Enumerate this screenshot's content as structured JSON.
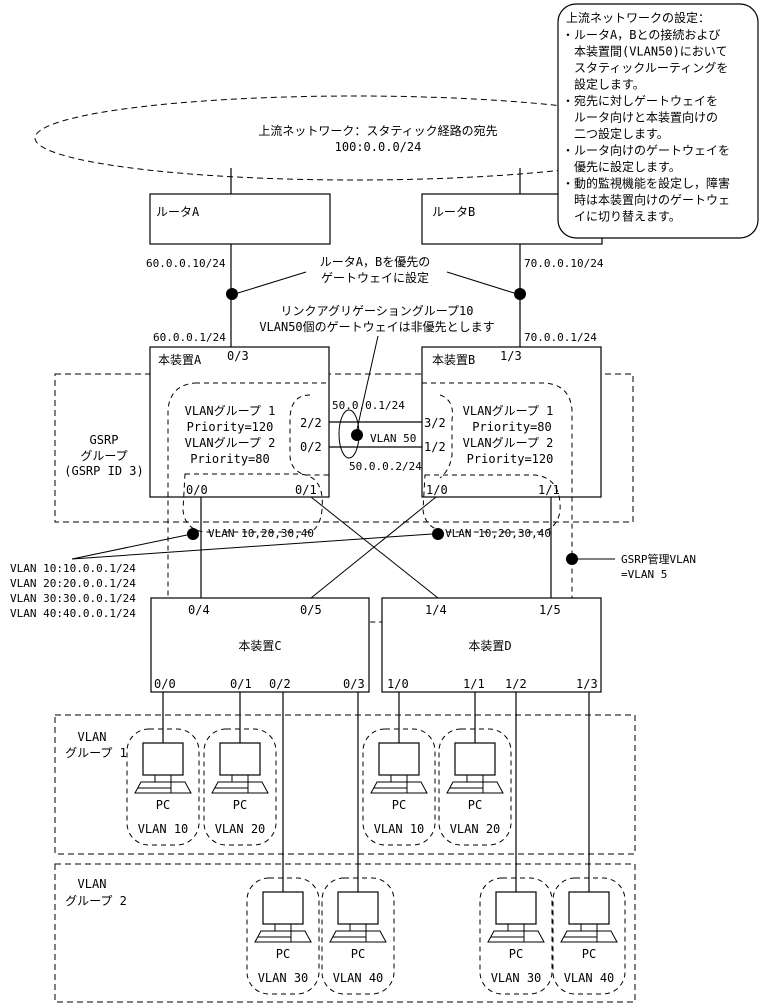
{
  "note": {
    "title": "上流ネットワークの設定：",
    "lines": [
      "・ルータA，Bとの接続および",
      "　本装置間(VLAN50)において",
      "　スタティックルーティングを",
      "　設定します。",
      "・宛先に対しゲートウェイを",
      "　ルータ向けと本装置向けの",
      "　二つ設定します。",
      "・ルータ向けのゲートウェイを",
      "　優先に設定します。",
      "・動的監視機能を設定し，障害",
      "　時は本装置向けのゲートウェ",
      "　イに切り替えます。"
    ]
  },
  "upstream": {
    "line1": "上流ネットワーク：スタティック経路の宛先",
    "line2": "100:0.0.0/24"
  },
  "routers": {
    "a": {
      "label": "ルータA",
      "ip": "60.0.0.10/24"
    },
    "b": {
      "label": "ルータB",
      "ip": "70.0.0.10/24"
    }
  },
  "callouts": {
    "preferred_gw": [
      "ルータA，Bを優先の",
      "ゲートウェイに設定"
    ],
    "lag": [
      "リンクアグリゲーショングループ10",
      "VLAN50個のゲートウェイは非優先とします"
    ]
  },
  "switches": {
    "a": {
      "label": "本装置A",
      "uplink_ip": "60.0.0.1/24",
      "uplink_port": "0/3",
      "vlan_groups": [
        "VLANグループ 1",
        "Priority=120",
        "VLANグループ 2",
        "Priority=80"
      ],
      "lag_ports": [
        "2/2",
        "0/2"
      ],
      "down_ports": [
        "0/0",
        "0/1"
      ]
    },
    "b": {
      "label": "本装置B",
      "uplink_ip": "70.0.0.1/24",
      "uplink_port": "1/3",
      "vlan_groups": [
        "VLANグループ 1",
        "Priority=80",
        "VLANグループ 2",
        "Priority=120"
      ],
      "lag_ports": [
        "3/2",
        "1/2"
      ],
      "down_ports": [
        "1/0",
        "1/1"
      ]
    },
    "c": {
      "label": "本装置C",
      "up_ports": [
        "0/4",
        "0/5"
      ],
      "down_ports": [
        "0/0",
        "0/1",
        "0/2",
        "0/3"
      ]
    },
    "d": {
      "label": "本装置D",
      "up_ports": [
        "1/4",
        "1/5"
      ],
      "down_ports": [
        "1/0",
        "1/1",
        "1/2",
        "1/3"
      ]
    }
  },
  "vlan50": {
    "ip_a": "50.0.0.1/24",
    "ip_b": "50.0.0.2/24",
    "label": "VLAN 50"
  },
  "gsrp": {
    "group_label": [
      "GSRP",
      "グループ",
      "(GSRP ID 3)"
    ],
    "mgmt_vlan": [
      "GSRP管理VLAN",
      "=VLAN 5"
    ]
  },
  "vlan_tags": {
    "a": "VLAN 10,20,30,40",
    "b": "VLAN 10,20,30,40"
  },
  "vlan_ips": [
    "VLAN 10:10.0.0.1/24",
    "VLAN 20:20.0.0.1/24",
    "VLAN 30:30.0.0.1/24",
    "VLAN 40:40.0.0.1/24"
  ],
  "vlan_groups": {
    "g1": [
      "VLAN",
      "グループ 1"
    ],
    "g2": [
      "VLAN",
      "グループ 2"
    ]
  },
  "pcs": [
    {
      "label": "PC",
      "vlan": "VLAN 10"
    },
    {
      "label": "PC",
      "vlan": "VLAN 20"
    },
    {
      "label": "PC",
      "vlan": "VLAN 30"
    },
    {
      "label": "PC",
      "vlan": "VLAN 40"
    },
    {
      "label": "PC",
      "vlan": "VLAN 10"
    },
    {
      "label": "PC",
      "vlan": "VLAN 20"
    },
    {
      "label": "PC",
      "vlan": "VLAN 30"
    },
    {
      "label": "PC",
      "vlan": "VLAN 40"
    }
  ]
}
